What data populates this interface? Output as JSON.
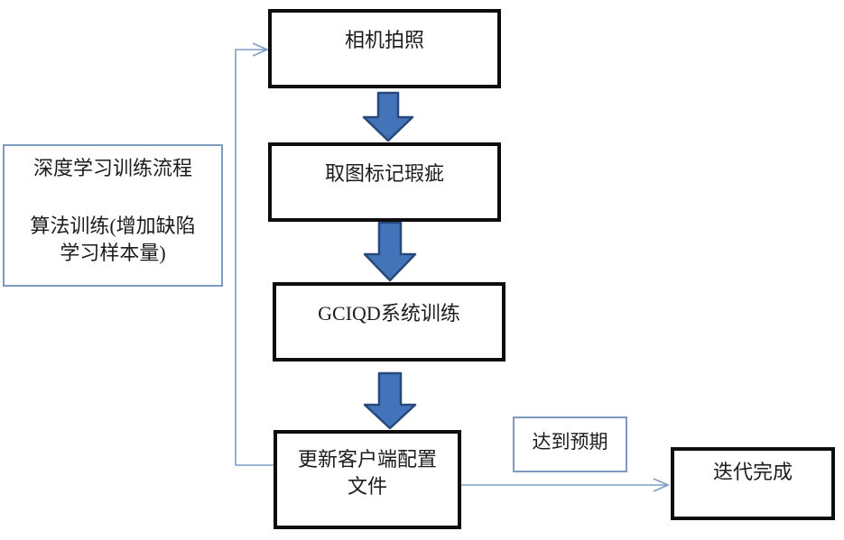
{
  "diagram": {
    "title_hint": "deep-learning training loop flowchart",
    "boxes": {
      "camera": {
        "label": "相机拍照"
      },
      "mark": {
        "label": "取图标记瑕疵"
      },
      "train": {
        "label": "GCIQD系统训练"
      },
      "update": {
        "label_line1": "更新客户端配置",
        "label_line2": "文件"
      },
      "done": {
        "label": "迭代完成"
      },
      "expect": {
        "label": "达到预期"
      },
      "process": {
        "line1": "深度学习训练流程",
        "line2": "算法训练(增加缺陷",
        "line3": "学习样本量)"
      }
    }
  },
  "colors": {
    "arrow_fill": "#4374b9",
    "arrow_stroke": "#27497a",
    "connector": "#7e9cc6",
    "light_border": "#7d9abf",
    "dark_border": "#0d0d0d"
  }
}
